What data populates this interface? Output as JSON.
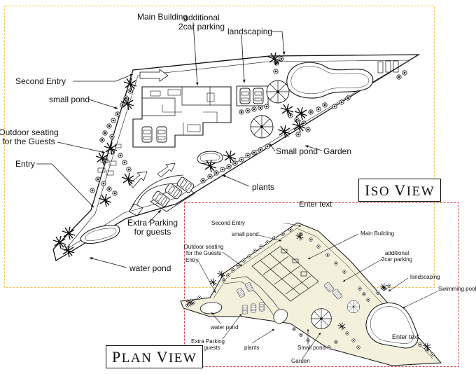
{
  "iso_view": {
    "title": "Iso View",
    "labels": {
      "main_building": "Main Building",
      "additional_parking": "additional\n2car parking",
      "landscaping": "landscaping",
      "second_entry": "Second Entry",
      "small_pond": "small pond",
      "outdoor_seating": "Outdoor seating\nfor the Guests",
      "entry": "Entry",
      "small_pond_2": "Small pond",
      "garden": "Garden",
      "plants": "plants",
      "extra_parking": "Extra Parking\nfor guests",
      "water_pond": "water pond"
    }
  },
  "plan_view": {
    "title": "Plan View",
    "header_text": "Enter text",
    "pool_text": "Enter text",
    "labels": {
      "second_entry": "Second Entry",
      "small_pond": "small pond",
      "main_building": "Main Building",
      "outdoor_seating": "Outdoor seating\nfor the Guests",
      "additional_parking": "additional\n2car parking",
      "entry": "Entry",
      "landscaping": "landscaping",
      "swimming_pool": "Swimming pool",
      "water_pond": "water pond",
      "extra_parking": "Extra Parking\nfor guests",
      "plants": "plants",
      "small_pond_2": "Small pond",
      "garden": "Garden"
    }
  },
  "colors": {
    "iso_frame": "#f2c14e",
    "plan_frame": "#d23c3c",
    "plan_site_fill": "#f3f1dc",
    "ink": "#111111"
  }
}
